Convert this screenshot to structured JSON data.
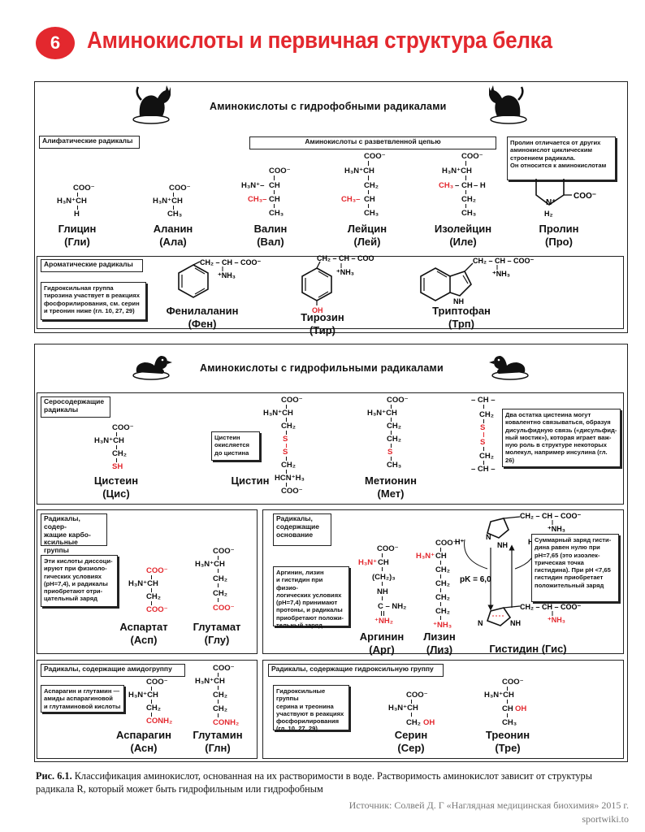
{
  "header": {
    "chapter_number": "6",
    "title": "Аминокислоты и первичная структура белка"
  },
  "hydrophobic": {
    "title": "Аминокислоты с гидрофобными радикалами",
    "left_icon": "cat-icon",
    "right_icon": "cat-icon",
    "aliphatic_label": "Алифатические радикалы",
    "branched_label": "Аминокислоты с разветвленной цепью",
    "proline_note": "Пролин отличается от других\nаминокислот циклическим\nстроением радикала.\nОн относится к аминокислотам",
    "aliphatic": [
      {
        "name": "Глицин",
        "abbr": "(Гли)"
      },
      {
        "name": "Аланин",
        "abbr": "(Ала)"
      },
      {
        "name": "Валин",
        "abbr": "(Вал)"
      },
      {
        "name": "Лейцин",
        "abbr": "(Лей)"
      },
      {
        "name": "Изолейцин",
        "abbr": "(Иле)"
      },
      {
        "name": "Пролин",
        "abbr": "(Про)"
      }
    ],
    "aromatic_label": "Ароматические радикалы",
    "tyrosine_note": "Гидроксильная группа\nтирозина участвует в реакциях\nфосфорилирования, см. серин\nи треонин ниже (гл. 10, 27, 29)",
    "aromatic": [
      {
        "name": "Фенилаланин",
        "abbr": "(Фен)"
      },
      {
        "name": "Тирозин",
        "abbr": "(Тир)"
      },
      {
        "name": "Триптофан",
        "abbr": "(Трп)"
      }
    ]
  },
  "hydrophilic": {
    "title": "Аминокислоты с гидрофильными радикалами",
    "left_icon": "duck-icon",
    "right_icon": "duck-icon",
    "sulfur_label": "Серосодержащие\nрадикалы",
    "cystine_note": "Цистеин\nокисляется\nдо цистина",
    "disulfide_note": "Два остатка цистеина могут\nковалентно связываться, образуя\nдисульфидную связь («дисульфид-\nный мостик»), которая играет важ-\nную роль в структуре некоторых\nмолекул, например инсулина (гл. 26)",
    "sulfur": [
      {
        "name": "Цистеин",
        "abbr": "(Цис)"
      },
      {
        "name": "Цистин",
        "abbr": ""
      },
      {
        "name": "Метионин",
        "abbr": "(Мет)"
      }
    ],
    "carboxyl_label": "Радикалы, содер-\nжащие карбо-\nксильные группы",
    "carboxyl_note": "Эти кислоты диссоци-\nируют при физиоло-\nгических условиях\n(pH=7,4), и радикалы\nприобретают отри-\nцательный заряд",
    "carboxyl": [
      {
        "name": "Аспартат",
        "abbr": "(Асп)"
      },
      {
        "name": "Глутамат",
        "abbr": "(Глу)"
      }
    ],
    "basic_label": "Радикалы,\nсодержащие\nоснование",
    "basic_note": "Аргинин, лизин\nи гистидин при физио-\nлогических условиях\n(pH=7,4) принимают\nпротоны, и радикалы\nприобретают положи-\nтельный заряд",
    "histidine_note": "Суммарный заряд гисти-\nдина равен нулю при\npH=7,65 (это изоэлек-\nтрическая точка\nгистидина). При pH <7,65\nгистидин приобретает\nположительный заряд",
    "pk_label": "pK = 6,0",
    "basic": [
      {
        "name": "Аргинин",
        "abbr": "(Арг)"
      },
      {
        "name": "Лизин",
        "abbr": "(Лиз)"
      },
      {
        "name": "Гистидин (Гис)",
        "abbr": ""
      }
    ],
    "amide_label": "Радикалы, содержащие амидогруппу",
    "amide_note": "Аспарагин и глутамин —\nамиды аспарагиновой\nи глутаминовой кислоты",
    "amide": [
      {
        "name": "Аспарагин",
        "abbr": "(Асн)"
      },
      {
        "name": "Глутамин",
        "abbr": "(Глн)"
      }
    ],
    "hydroxyl_label": "Радикалы, содержащие гидроксильную группу",
    "hydroxyl_note": "Гидроксильные группы\nсерина и треонина\nучаствуют в реакциях\nфосфорилирования\n(гл. 10, 27, 29)",
    "hydroxyl": [
      {
        "name": "Серин",
        "abbr": "(Сер)"
      },
      {
        "name": "Треонин",
        "abbr": "(Тре)"
      }
    ]
  },
  "formula": {
    "coo": "COO⁻",
    "h3n_ch": "H₃N⁺CH",
    "h3n_dash": "H₃N⁺–",
    "h": "H",
    "ch": "CH",
    "ch3": "CH₃",
    "ch3_dash": "CH₃–",
    "dash_ch3": "– CH₃",
    "ch2": "CH₂",
    "sh": "SH",
    "s": "S",
    "hcn_h3": "HCN⁺H₃",
    "ch2_3": "(CH₂)₃",
    "nh": "NH",
    "c_nh2": "C – NH₂",
    "eq_nh2": "⁺NH₂",
    "nh3": "⁺NH₃",
    "conh2": "CONH₂",
    "ch2oh": "CH₂OH",
    "choh": "CHOH",
    "oh": "OH",
    "n_plus": "N⁺",
    "h2": "H₂",
    "n": "N",
    "ch2_ch_coo": "CH₂ – CH – COO⁻",
    "dash_ch_dash": "– CH –",
    "h_plus": "H⁺"
  },
  "caption": {
    "label": "Рис. 6.1.",
    "text": "Классификация аминокислот, основанная на их растворимости в воде. Растворимость аминокислот зависит от структуры радикала R, который может быть гидрофильным или гидрофобным"
  },
  "source": {
    "line1": "Источник: Солвей Д. Г «Наглядная медицинская биохимия» 2015 г.",
    "line2": "sportwiki.to"
  }
}
